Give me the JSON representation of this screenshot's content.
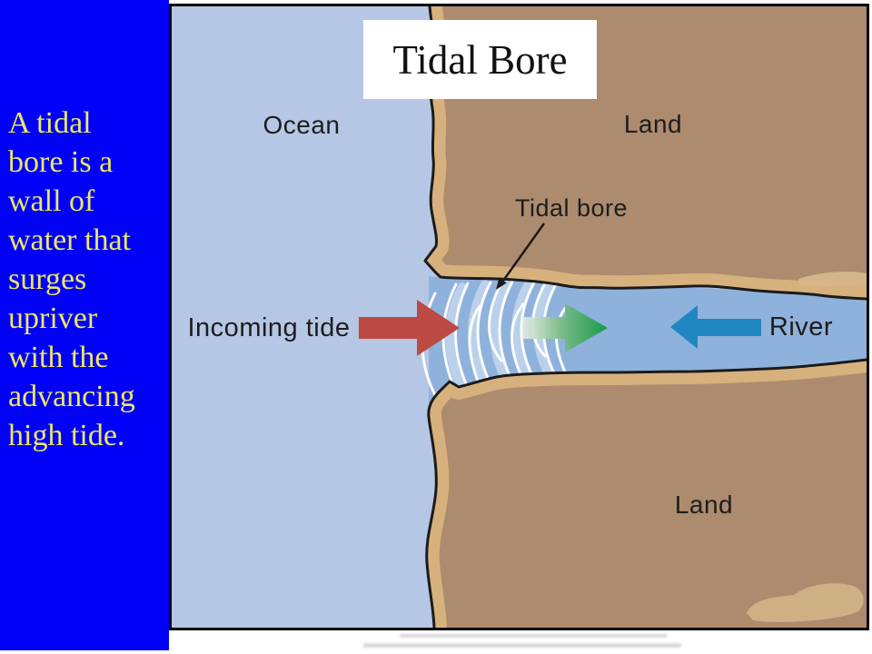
{
  "slide": {
    "background_color": "#0101f8",
    "caption": {
      "text": "A tidal bore is a wall of water that surges upriver with the advancing high tide.",
      "lines": [
        "A tidal",
        "bore is a",
        "wall of",
        "water that",
        "surges",
        "upriver",
        "with the",
        "advancing",
        "high tide."
      ],
      "color": "#ede664"
    }
  },
  "figure": {
    "title": "Tidal Bore",
    "labels": {
      "ocean": "Ocean",
      "land_top": "Land",
      "tidal_bore": "Tidal bore",
      "incoming_tide": "Incoming tide",
      "river": "River",
      "land_bottom": "Land"
    },
    "colors": {
      "ocean": "#b5c7e4",
      "river": "#8fb2dc",
      "land": "#ad8b6e",
      "beach": "#d7b17d",
      "sand_patch": "#cdb084",
      "outline": "#1b1b1b",
      "wave_lines": "#ffffff",
      "incoming_tide_arrow": "#bb4a42",
      "bore_arrow": "#18984a",
      "river_arrow": "#2187c0"
    }
  }
}
